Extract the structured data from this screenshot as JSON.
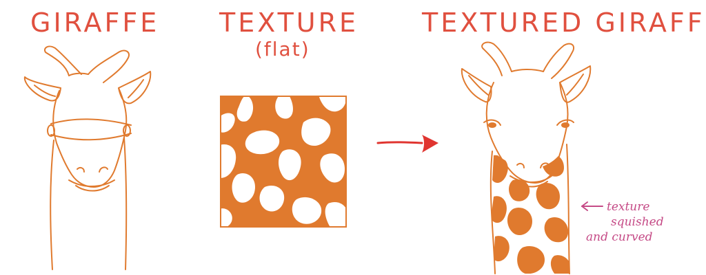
{
  "headings": {
    "giraffe": "GIRAFFE",
    "texture": "TEXTURE",
    "texture_sub": "(flat)",
    "textured_giraffe": "TEXTURED GIRAFFE"
  },
  "annotation": {
    "line1": "texture",
    "line2": "squished",
    "line3": "and curved"
  },
  "colors": {
    "sketch": "#e07a2e",
    "title": "#e0503f",
    "arrow": "#e03530",
    "note": "#c54a86"
  }
}
